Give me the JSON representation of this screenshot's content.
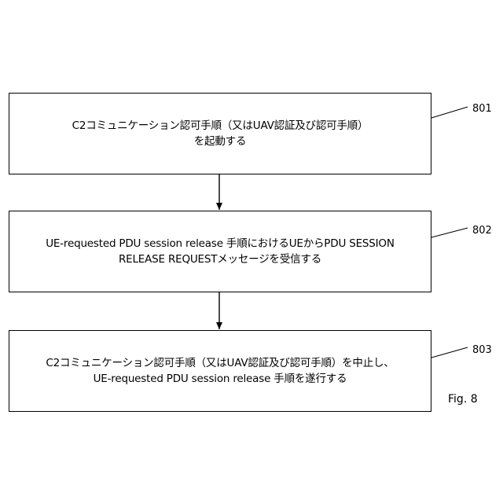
{
  "steps": [
    {
      "number": "801",
      "lines": [
        "C2コミュニケーション認可手順（又はUAV認証及び認可手順）",
        "を起動する"
      ]
    },
    {
      "number": "802",
      "lines": [
        "UE-requested PDU session release 手順におけるUEからPDU SESSION",
        "RELEASE REQUESTメッセージを受信する"
      ]
    },
    {
      "number": "803",
      "lines": [
        "C2コミュニケーション認可手順（又はUAV認証及び認可手順）を中止し、",
        "UE-requested PDU session release 手順を遂行する"
      ]
    }
  ],
  "figure_label": "Fig. 8",
  "colors": {
    "stroke": "#000000",
    "background": "#ffffff"
  }
}
